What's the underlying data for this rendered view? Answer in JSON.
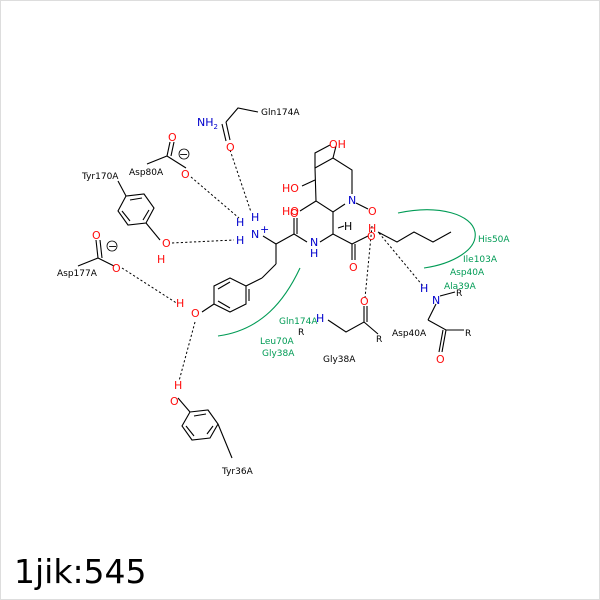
{
  "caption": "1jik:545",
  "colors": {
    "carbon": "#000000",
    "oxygen": "#ff0d0d",
    "nitrogen": "#0000cc",
    "hydrophobic": "#009b55",
    "border": "#dddddd"
  },
  "atoms": {
    "nh2": "NH",
    "nh2_sub": "2",
    "o": "O",
    "oh": "OH",
    "ho": "HO",
    "n": "N",
    "h": "H",
    "hn": "H",
    "nplus": "N",
    "plus": "+",
    "r": "R",
    "minus": "−"
  },
  "residues": {
    "gln174a_top": "Gln174A",
    "asp80a": "Asp80A",
    "tyr170a": "Tyr170A",
    "asp177a": "Asp177A",
    "tyr36a": "Tyr36A",
    "gly38a": "Gly38A",
    "asp40a": "Asp40A"
  },
  "hydrophobic": {
    "left_1": "Gln174A",
    "left_2": "Leu70A",
    "left_3": "Gly38A",
    "right_1": "His50A",
    "right_2": "Ile103A",
    "right_3": "Asp40A",
    "right_4": "Ala39A"
  }
}
